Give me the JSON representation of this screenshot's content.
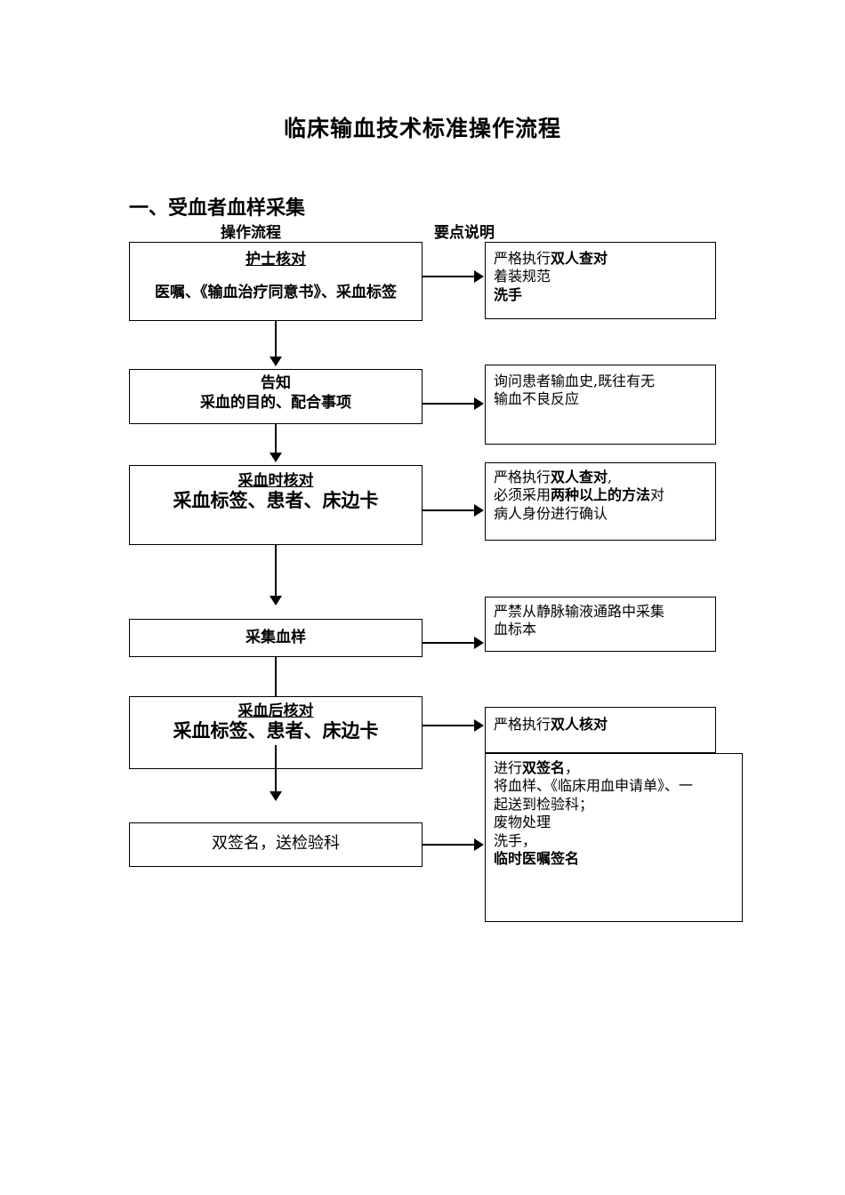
{
  "document": {
    "title": "临床输血技术标准操作流程",
    "section_heading": "一、受血者血样采集",
    "column_labels": {
      "flow": "操作流程",
      "notes": "要点说明"
    }
  },
  "flow_steps": [
    {
      "id": "step-1",
      "title": "护士核对",
      "subtitle": "医嘱、《输血治疗同意书》、采血标签"
    },
    {
      "id": "step-2",
      "title": "告知",
      "subtitle": "采血的目的、配合事项"
    },
    {
      "id": "step-3",
      "title": "采血时核对",
      "subtitle": "采血标签、患者、床边卡"
    },
    {
      "id": "step-4",
      "title": "采集血样"
    },
    {
      "id": "step-5",
      "title": "采血后核对",
      "subtitle": "采血标签、患者、床边卡"
    },
    {
      "id": "step-6",
      "title": "双签名，送检验科"
    }
  ],
  "notes": [
    {
      "id": "note-1",
      "lines": [
        {
          "plain": "严格执行",
          "bold": "双人查对"
        },
        {
          "plain": "着装规范"
        },
        {
          "bold": "洗手"
        }
      ]
    },
    {
      "id": "note-2",
      "lines": [
        {
          "plain": "询问患者输血史,既往有无"
        },
        {
          "plain": "输血不良反应"
        }
      ]
    },
    {
      "id": "note-3",
      "lines": [
        {
          "plain": "严格执行",
          "bold": "双人查对",
          "plain_tail": ","
        },
        {
          "plain": "必须采用",
          "bold": "两种以上的方法",
          "plain_tail": "对"
        },
        {
          "plain": "病人身份进行确认"
        }
      ]
    },
    {
      "id": "note-4",
      "lines": [
        {
          "plain": "严禁从静脉输液通路中采集"
        },
        {
          "plain": "血标本"
        }
      ]
    },
    {
      "id": "note-5",
      "lines": [
        {
          "plain": "严格执行",
          "bold": "双人核对"
        }
      ]
    },
    {
      "id": "note-6",
      "lines": [
        {
          "plain": "进行",
          "bold": "双签名",
          "plain_tail": "，"
        },
        {
          "plain": "将血样、《临床用血申请单》、一"
        },
        {
          "plain": "起送到检验科；"
        },
        {
          "plain": "废物处理"
        },
        {
          "plain": "洗手，"
        },
        {
          "bold": "临时医嘱签名"
        }
      ]
    }
  ],
  "colors": {
    "ink": "#000000",
    "paper": "#ffffff"
  }
}
